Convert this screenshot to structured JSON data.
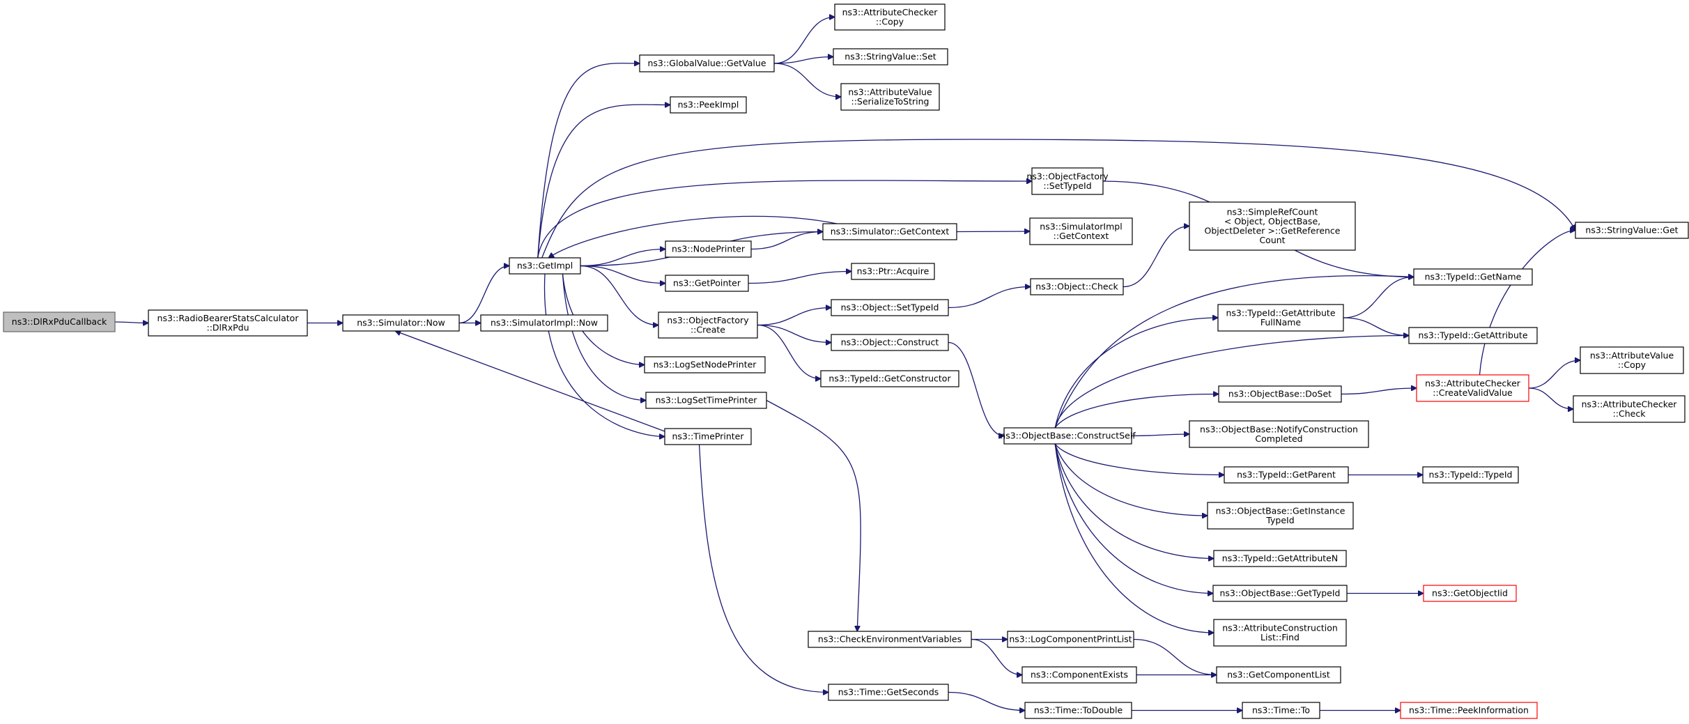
{
  "graph": {
    "colors": {
      "edge": "#191970",
      "root_fill": "#bfbfbf",
      "highlight_border": "#ff0000"
    },
    "nodes": [
      {
        "id": "cb",
        "lines": [
          "ns3::DlRxPduCallback"
        ],
        "style": "root"
      },
      {
        "id": "rbsc",
        "lines": [
          "ns3::RadioBearerStatsCalculator",
          "::DlRxPdu"
        ]
      },
      {
        "id": "simnow",
        "lines": [
          "ns3::Simulator::Now"
        ]
      },
      {
        "id": "simimplnow",
        "lines": [
          "ns3::SimulatorImpl::Now"
        ]
      },
      {
        "id": "getimpl",
        "lines": [
          "ns3::GetImpl"
        ]
      },
      {
        "id": "gvgetvalue",
        "lines": [
          "ns3::GlobalValue::GetValue"
        ]
      },
      {
        "id": "accopy",
        "lines": [
          "ns3::AttributeChecker",
          "::Copy"
        ]
      },
      {
        "id": "svset",
        "lines": [
          "ns3::StringValue::Set"
        ]
      },
      {
        "id": "avser",
        "lines": [
          "ns3::AttributeValue",
          "::SerializeToString"
        ]
      },
      {
        "id": "peekimpl",
        "lines": [
          "ns3::PeekImpl"
        ]
      },
      {
        "id": "ofsettypeid",
        "lines": [
          "ns3::ObjectFactory",
          "::SetTypeId"
        ]
      },
      {
        "id": "simgetctx",
        "lines": [
          "ns3::Simulator::GetContext"
        ]
      },
      {
        "id": "simimplgetctx",
        "lines": [
          "ns3::SimulatorImpl",
          "::GetContext"
        ]
      },
      {
        "id": "nodeprinter",
        "lines": [
          "ns3::NodePrinter"
        ]
      },
      {
        "id": "getpointer",
        "lines": [
          "ns3::GetPointer"
        ]
      },
      {
        "id": "ptracquire",
        "lines": [
          "ns3::Ptr::Acquire"
        ]
      },
      {
        "id": "ofcreate",
        "lines": [
          "ns3::ObjectFactory",
          "::Create"
        ]
      },
      {
        "id": "objsettypeid",
        "lines": [
          "ns3::Object::SetTypeId"
        ]
      },
      {
        "id": "objcheck",
        "lines": [
          "ns3::Object::Check"
        ]
      },
      {
        "id": "srcgetref",
        "lines": [
          "ns3::SimpleRefCount",
          "< Object, ObjectBase,",
          "ObjectDeleter >::GetReference",
          "Count"
        ]
      },
      {
        "id": "objconstruct",
        "lines": [
          "ns3::Object::Construct"
        ]
      },
      {
        "id": "tidgetctor",
        "lines": [
          "ns3::TypeId::GetConstructor"
        ]
      },
      {
        "id": "logsetnode",
        "lines": [
          "ns3::LogSetNodePrinter"
        ]
      },
      {
        "id": "logsettime",
        "lines": [
          "ns3::LogSetTimePrinter"
        ]
      },
      {
        "id": "timeprinter",
        "lines": [
          "ns3::TimePrinter"
        ]
      },
      {
        "id": "svget",
        "lines": [
          "ns3::StringValue::Get"
        ]
      },
      {
        "id": "tidgetname",
        "lines": [
          "ns3::TypeId::GetName"
        ]
      },
      {
        "id": "tidgetattrfull",
        "lines": [
          "ns3::TypeId::GetAttribute",
          "FullName"
        ]
      },
      {
        "id": "tidgetattr",
        "lines": [
          "ns3::TypeId::GetAttribute"
        ]
      },
      {
        "id": "obdoset",
        "lines": [
          "ns3::ObjectBase::DoSet"
        ]
      },
      {
        "id": "accreatevalid",
        "lines": [
          "ns3::AttributeChecker",
          "::CreateValidValue"
        ],
        "style": "red"
      },
      {
        "id": "avcopy",
        "lines": [
          "ns3::AttributeValue",
          "::Copy"
        ]
      },
      {
        "id": "accheck",
        "lines": [
          "ns3::AttributeChecker",
          "::Check"
        ]
      },
      {
        "id": "obconstructself",
        "lines": [
          "ns3::ObjectBase::ConstructSelf"
        ]
      },
      {
        "id": "obnotify",
        "lines": [
          "ns3::ObjectBase::NotifyConstruction",
          "Completed"
        ]
      },
      {
        "id": "tidgetparent",
        "lines": [
          "ns3::TypeId::GetParent"
        ]
      },
      {
        "id": "tidtypeid",
        "lines": [
          "ns3::TypeId::TypeId"
        ]
      },
      {
        "id": "obgetinst",
        "lines": [
          "ns3::ObjectBase::GetInstance",
          "TypeId"
        ]
      },
      {
        "id": "tidgetattrn",
        "lines": [
          "ns3::TypeId::GetAttributeN"
        ]
      },
      {
        "id": "obgettypeid",
        "lines": [
          "ns3::ObjectBase::GetTypeId"
        ]
      },
      {
        "id": "getobjectiid",
        "lines": [
          "ns3::GetObjectIid"
        ],
        "style": "red"
      },
      {
        "id": "acfind",
        "lines": [
          "ns3::AttributeConstruction",
          "List::Find"
        ]
      },
      {
        "id": "checkenv",
        "lines": [
          "ns3::CheckEnvironmentVariables"
        ]
      },
      {
        "id": "logcompprint",
        "lines": [
          "ns3::LogComponentPrintList"
        ]
      },
      {
        "id": "compexists",
        "lines": [
          "ns3::ComponentExists"
        ]
      },
      {
        "id": "getcomplist",
        "lines": [
          "ns3::GetComponentList"
        ]
      },
      {
        "id": "timegetsec",
        "lines": [
          "ns3::Time::GetSeconds"
        ]
      },
      {
        "id": "timetodouble",
        "lines": [
          "ns3::Time::ToDouble"
        ]
      },
      {
        "id": "timeto",
        "lines": [
          "ns3::Time::To"
        ]
      },
      {
        "id": "timepeek",
        "lines": [
          "ns3::Time::PeekInformation"
        ],
        "style": "red"
      }
    ]
  }
}
